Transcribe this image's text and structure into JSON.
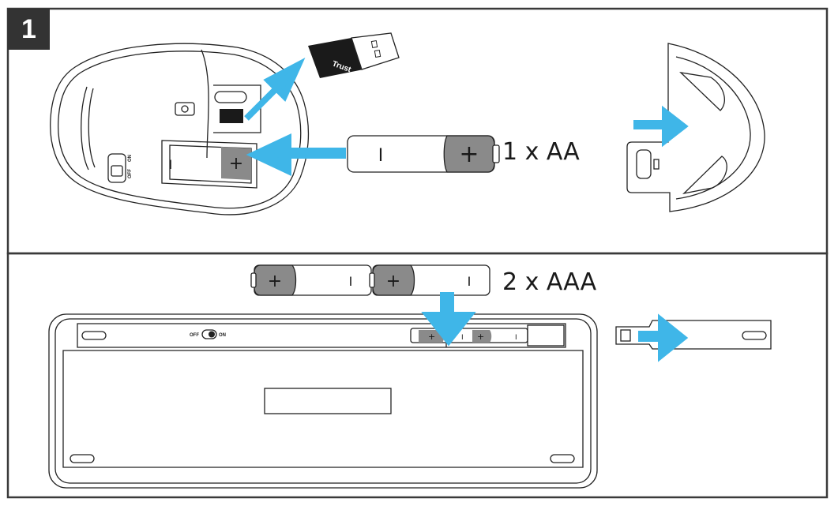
{
  "step": {
    "number": "1"
  },
  "mouse": {
    "battery_label": "1 x AA",
    "switch_off": "OFF",
    "switch_on": "ON",
    "receiver_brand": "Trust"
  },
  "keyboard": {
    "battery_label": "2 x AAA",
    "switch_off": "OFF",
    "switch_on": "ON"
  },
  "battery_symbols": {
    "plus": "+",
    "minus": "I"
  },
  "colors": {
    "arrow": "#3fb6e8",
    "battery_cap": "#8a8a8a",
    "frame": "#3a3a3a",
    "badge": "#333333"
  }
}
